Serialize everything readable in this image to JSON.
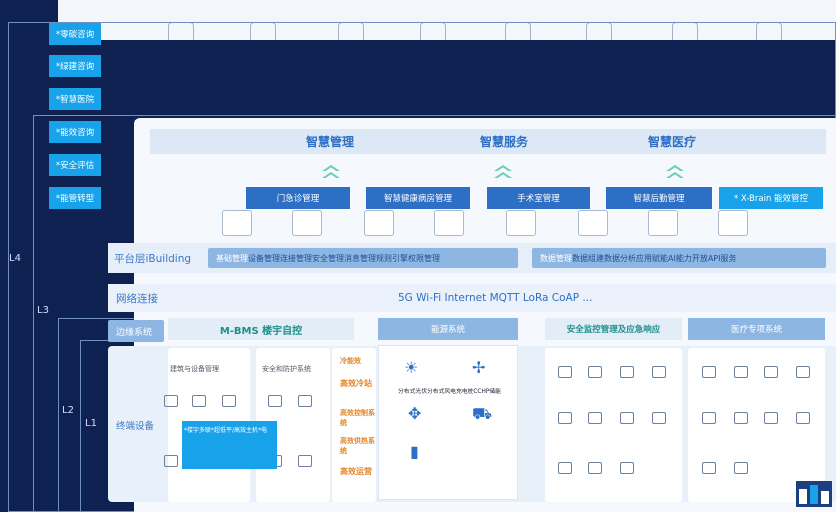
{
  "side_menu": {
    "items": [
      {
        "label": "*零碳咨询"
      },
      {
        "label": "*绿建咨询"
      },
      {
        "label": "*智慧医院"
      },
      {
        "label": "*能效咨询"
      },
      {
        "label": "*安全评估"
      },
      {
        "label": "*能管转型"
      }
    ]
  },
  "levels": {
    "l4": "L4",
    "l3": "L3",
    "l2": "L2",
    "l1": "L1"
  },
  "top_header": {
    "titles": [
      "智慧管理",
      "智慧服务",
      "智慧医疗"
    ]
  },
  "services": [
    {
      "label": "门急诊管理"
    },
    {
      "label": "智慧健康病房管理"
    },
    {
      "label": "手术室管理"
    },
    {
      "label": "智慧后勤管理"
    },
    {
      "label": "* X-Brain 能效管控"
    }
  ],
  "platform": {
    "label": "平台层iBuilding",
    "basic_title": "基础管理",
    "basic_text": "设备管理连接管理安全管理消息管理规则引擎权限管理",
    "data_title": "数据管理",
    "data_text": "数据组建数据分析应用赋能AI能力开放API服务"
  },
  "network": {
    "label": "网络连接",
    "protocols": "5G Wi-Fi Internet MQTT LoRa CoAP ..."
  },
  "edge": {
    "label": "边缘系统",
    "mbms": "M-BMS 楼宇自控",
    "energy": "能源系统",
    "security": "安全监控管理及应急响应",
    "medical": "医疗专项系统"
  },
  "terminal": {
    "label": "终端设备",
    "col1_heading": "建筑与设备管理",
    "col2_heading": "安全和防护系统",
    "energy_items": [
      "高效冷站",
      "高效控制系统",
      "高效供热系统",
      "高效运营"
    ],
    "energy_tag": "冷能效",
    "energy_caption": "分布式光伏分布式风电充电桩CCHP储能",
    "promo": "*楼宇多联*超低平/高效主机*电"
  },
  "colors": {
    "dark_navy": "#0f2151",
    "accent_blue": "#17a2ea",
    "primary_blue": "#2d6fc4",
    "teal": "#6fcbb9",
    "orange": "#e2862a"
  }
}
